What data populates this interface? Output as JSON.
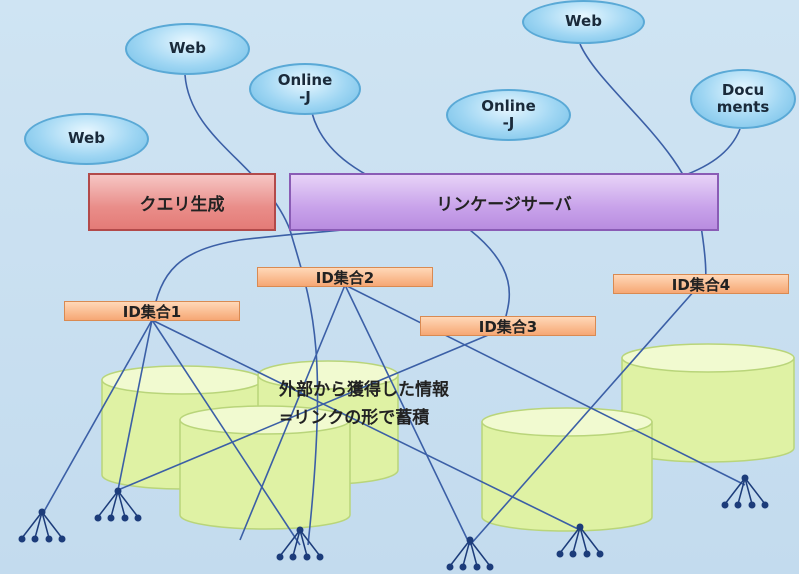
{
  "sources": [
    {
      "key": "web_left",
      "label": "Web"
    },
    {
      "key": "web_top",
      "label": "Web"
    },
    {
      "key": "online_j_1",
      "label": "Online\n-J"
    },
    {
      "key": "online_j_2",
      "label": "Online\n-J"
    },
    {
      "key": "web_right",
      "label": "Web"
    },
    {
      "key": "documents",
      "label": "Docu\nments"
    }
  ],
  "query_generation": "クエリ生成",
  "linkage_server": "リンケージサーバ",
  "id_sets": [
    "ID集合1",
    "ID集合2",
    "ID集合3",
    "ID集合4"
  ],
  "note": {
    "line1": "外部から獲得した情報",
    "line2": "=リンクの形で蓄積"
  },
  "colors": {
    "background": "#c8dff0",
    "cloud": "#9fd6f3",
    "query_box": "#e98d89",
    "linkage_box": "#c8a2ea",
    "id_set": "#f6a774",
    "database": "#e2f3a8",
    "line": "#3b5fa6",
    "tree_node": "#1c3c7a"
  }
}
